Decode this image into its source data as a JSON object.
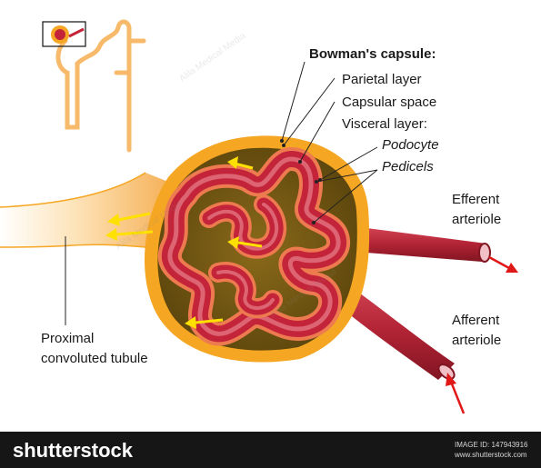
{
  "labels": {
    "bowmans_capsule": "Bowman's capsule:",
    "parietal_layer": "Parietal layer",
    "capsular_space": "Capsular space",
    "visceral_layer": "Visceral layer:",
    "podocyte": "Podocyte",
    "pedicels": "Pedicels",
    "efferent_line1": "Efferent",
    "efferent_line2": "arteriole",
    "afferent_line1": "Afferent",
    "afferent_line2": "arteriole",
    "proximal_line1": "Proximal",
    "proximal_line2": "convoluted tubule"
  },
  "footer": {
    "logo": "shutterstock",
    "image_id": "IMAGE ID: 147943916",
    "site": "www.shutterstock.com"
  },
  "watermark": "Alila Medical Media",
  "colors": {
    "capsule_outer": "#f5a623",
    "capsular_space": "#6b5312",
    "glomerulus": "#c4243a",
    "glomerulus_light": "#e8808c",
    "podocyte": "#ee7a50",
    "arteriole": "#a11f2c",
    "tubule": "#fbd7a0",
    "arrow_yellow": "#ffe100",
    "arrow_red": "#e01818",
    "footer_bg": "#161616"
  }
}
